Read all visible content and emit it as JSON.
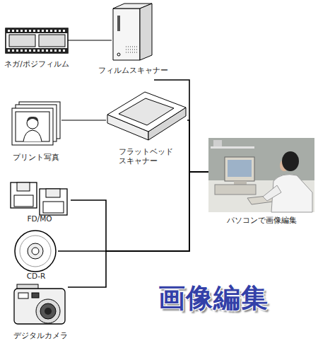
{
  "diagram": {
    "title": "画像編集",
    "nodes": [
      {
        "text": [
          "ネガ/ポジフィルム"
        ]
      },
      {
        "text": [
          "フィルムスキャナー"
        ]
      },
      {
        "text": [
          "プリント写真"
        ]
      },
      {
        "text": [
          "フラットベッド スキャナー"
        ]
      },
      {
        "text": [
          "パソコンで画像編集"
        ]
      },
      {
        "text": [
          "FD/MO"
        ]
      },
      {
        "text": [
          "CD-R"
        ]
      },
      {
        "text": [
          "デジタルカメラ"
        ]
      }
    ],
    "edges": [
      {
        "from": 0,
        "to": 1,
        "arrow": "none"
      },
      {
        "from": 2,
        "to": 3,
        "arrow": "none"
      },
      {
        "from": 1,
        "to": 4,
        "arrow": "none"
      },
      {
        "from": 3,
        "to": 4,
        "arrow": "none"
      },
      {
        "from": 5,
        "to": 4,
        "arrow": "none"
      },
      {
        "from": 6,
        "to": 4,
        "arrow": "none"
      },
      {
        "from": 7,
        "to": 4,
        "arrow": "none"
      }
    ]
  }
}
